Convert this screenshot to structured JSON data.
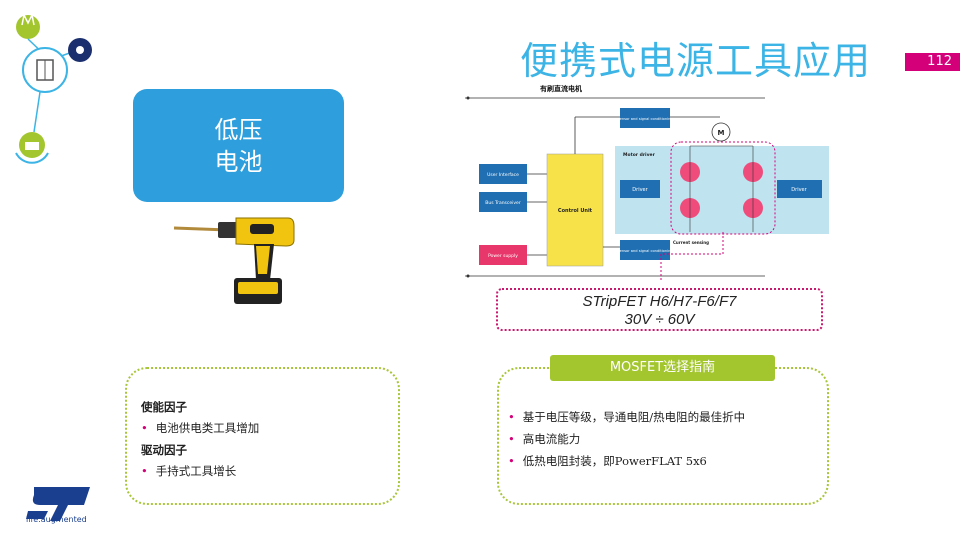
{
  "slide": {
    "title": "便携式电源工具应用",
    "page_number": "112"
  },
  "battery": {
    "line1": "低压",
    "line2": "电池"
  },
  "drivers": {
    "enabler_heading": "使能因子",
    "enabler_item": "电池供电类工具增加",
    "driver_heading": "驱动因子",
    "driver_item": "手持式工具增长"
  },
  "mosfet_guide": {
    "label": "MOSFET选择指南",
    "items": [
      "基于电压等级，导通电阻/热电阻的最佳折中",
      "高电流能力",
      "低热电阻封装，即PowerFLAT  5x6"
    ]
  },
  "stripfet": {
    "line1": "STripFET H6/H7-F6/F7",
    "line2": "30V ÷ 60V"
  },
  "diagram": {
    "title": "有刷直流电机",
    "user_interface": "User Interface",
    "bus_transceiver": "Bus Transceiver",
    "power_supply": "Power supply",
    "control_unit": "Control Unit",
    "sensor_top": "Sensor and signal conditioning",
    "sensor_bottom": "Sensor and signal conditioning",
    "motor_driver": "Motor driver",
    "driver_left": "Driver",
    "driver_right": "Driver",
    "current_sensing": "Current sensing",
    "motor": "M"
  },
  "logo": {
    "tagline": "life.augmented"
  },
  "colors": {
    "title_blue": "#3cb4e5",
    "battery_blue": "#2e9fdc",
    "magenta": "#d4007a",
    "lime": "#a3c62f",
    "driver_blue": "#1f6fb2",
    "control_yellow": "#f7e24a"
  }
}
